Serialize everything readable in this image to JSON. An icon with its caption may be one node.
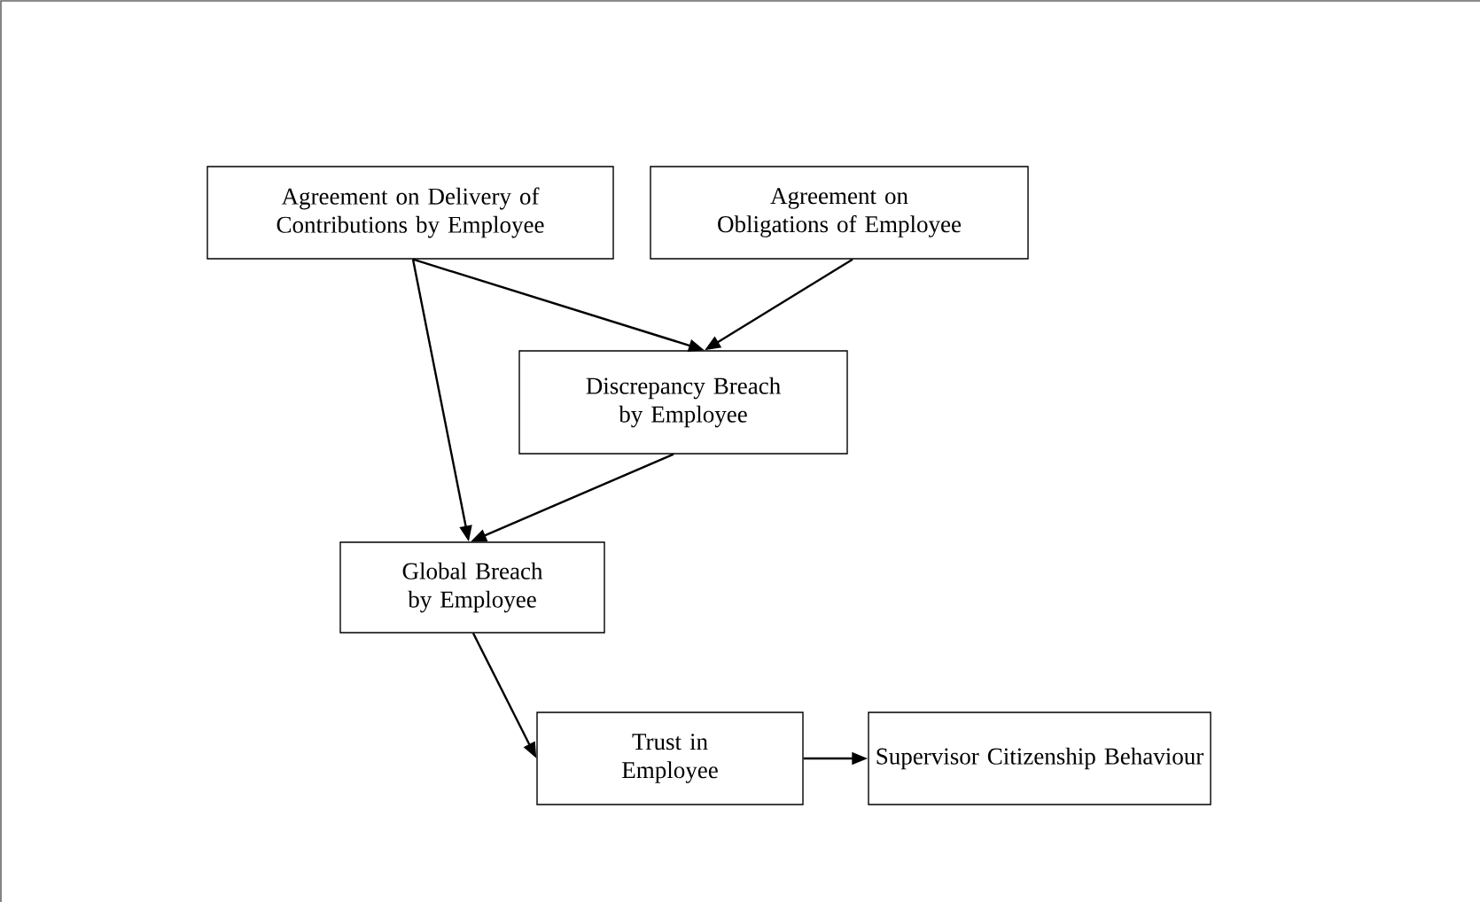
{
  "diagram": {
    "nodes": [
      {
        "text": [
          "Agreement on Delivery of Contributions by Employee"
        ]
      },
      {
        "text": [
          "Agreement on Obligations of Employee"
        ]
      },
      {
        "text": [
          "Discrepancy Breach by Employee"
        ]
      },
      {
        "text": [
          "Global Breach by Employee"
        ]
      },
      {
        "text": [
          "Trust in Employee"
        ]
      },
      {
        "text": [
          "Supervisor Citizenship Behaviour"
        ]
      }
    ],
    "edges": [
      {
        "from": 0,
        "to": 2,
        "arrow": "to"
      },
      {
        "from": 1,
        "to": 2,
        "arrow": "to"
      },
      {
        "from": 0,
        "to": 3,
        "arrow": "to"
      },
      {
        "from": 2,
        "to": 3,
        "arrow": "to"
      },
      {
        "from": 3,
        "to": 4,
        "arrow": "to"
      },
      {
        "from": 4,
        "to": 5,
        "arrow": "to"
      }
    ]
  }
}
